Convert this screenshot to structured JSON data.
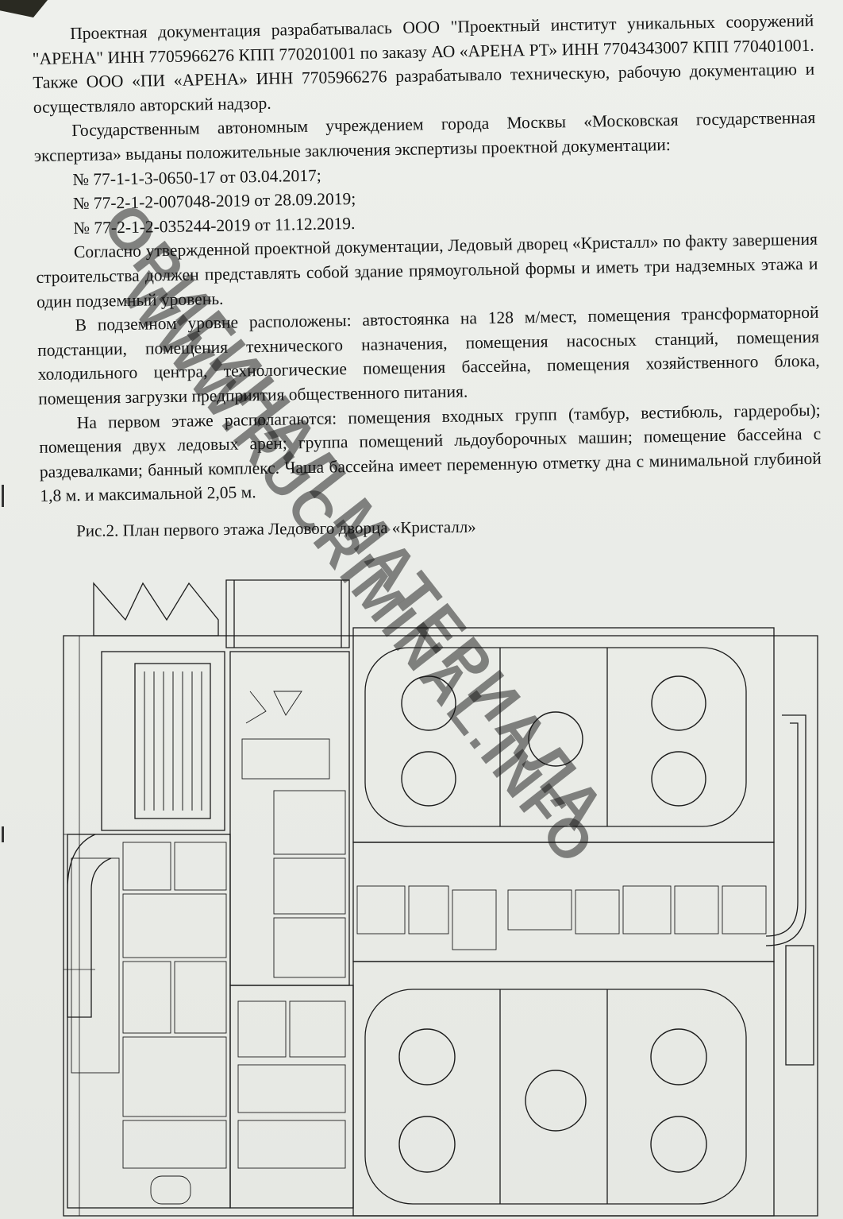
{
  "document": {
    "paragraphs": [
      "Проектная документация разрабатывалась ООО \"Проектный институт уникальных сооружений \"АРЕНА\" ИНН 7705966276 КПП 770201001 по заказу АО «АРЕНА РТ» ИНН 7704343007 КПП 770401001. Также ООО «ПИ «АРЕНА» ИНН 7705966276 разрабатывало техническую, рабочую документацию и осуществляло авторский надзор.",
      "Государственным автономным учреждением города Москвы «Московская государственная экспертиза» выданы положительные заключения экспертизы проектной документации:"
    ],
    "conclusions": [
      "№ 77-1-1-3-0650-17 от 03.04.2017;",
      "№ 77-2-1-2-007048-2019 от 28.09.2019;",
      "№ 77-2-1-2-035244-2019 от 11.12.2019."
    ],
    "paragraphs_after": [
      "Согласно утвержденной проектной документации, Ледовый дворец «Кристалл» по факту завершения строительства должен представлять собой здание прямоугольной формы и иметь три надземных этажа и один подземный уровень.",
      "В подземном уровне расположены: автостоянка на 128 м/мест, помещения трансформаторной подстанции, помещения технического назначения, помещения насосных станций, помещения холодильного центра, технологические помещения бассейна, помещения хозяйственного блока, помещения загрузки предприятия общественного питания.",
      "На первом этаже располагаются: помещения входных групп (тамбур, вестибюль, гардеробы); помещения двух ледовых арен; группа помещений льдоуборочных машин; помещение бассейна с раздевалками; банный комплекс. Чаша бассейна имеет переменную отметку дна с минимальной глубиной 1,8 м. и максимальной 2,05 м."
    ],
    "figure_caption": "Рис.2. План первого этажа Ледового дворца «Кристалл»"
  },
  "watermarks": [
    "ОРИГИНАЛ МАТЕРИАЛА",
    "WWW.RUCRIMINAL.INFO"
  ],
  "colors": {
    "ink": "#141414",
    "paper": "#e9ebe6",
    "lines": "#1c1c1c"
  }
}
